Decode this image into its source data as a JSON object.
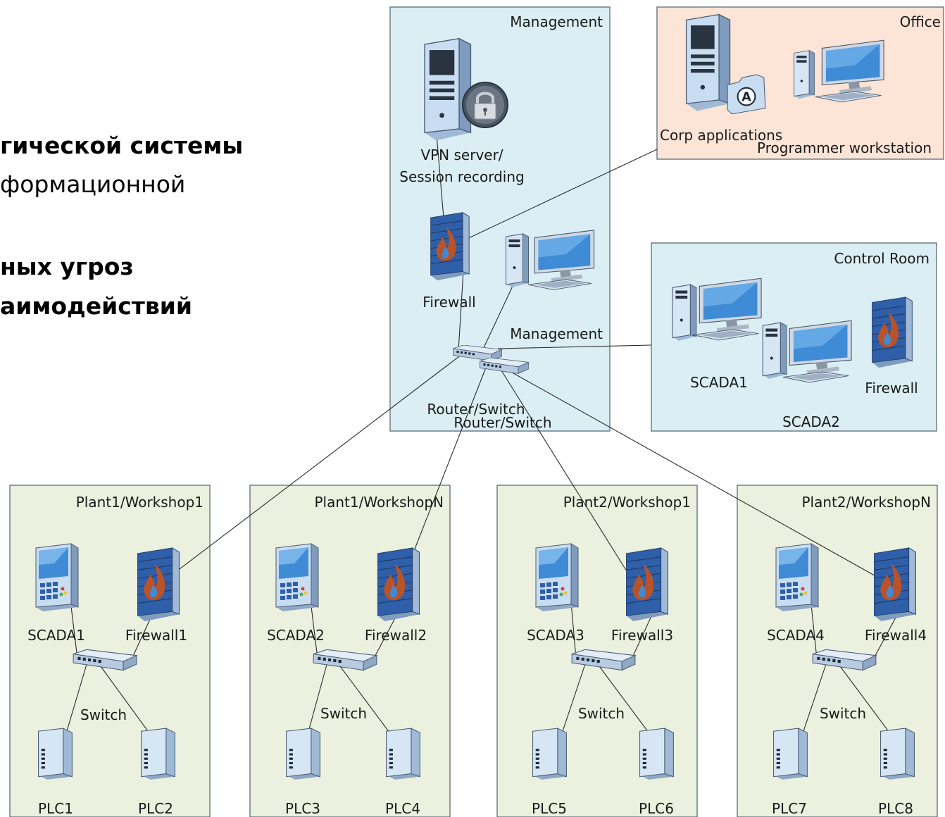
{
  "side_text": [
    {
      "text": "гической системы",
      "bold": true
    },
    {
      "text": "формационной",
      "bold": false
    },
    {
      "text": "ных угроз",
      "bold": true
    },
    {
      "text": "аимодействий",
      "bold": true
    }
  ],
  "zones": {
    "management": "Management",
    "office": "Office",
    "control_room": "Control Room",
    "plant1_ws1": "Plant1/Workshop1",
    "plant1_wsn": "Plant1/WorkshopN",
    "plant2_ws1": "Plant2/Workshop1",
    "plant2_wsn": "Plant2/WorkshopN"
  },
  "management": {
    "vpn_line1": "VPN server/",
    "vpn_line2": "Session recording",
    "firewall": "Firewall",
    "management_ws": "Management",
    "router1": "Router/Switch",
    "router2": "Router/Switch"
  },
  "office": {
    "corp": "Corp applications",
    "programmer": "Programmer workstation"
  },
  "control_room": {
    "scada1": "SCADA1",
    "scada2": "SCADA2",
    "firewall": "Firewall"
  },
  "workshops": [
    {
      "scada": "SCADA1",
      "firewall": "Firewall1",
      "switch": "Switch",
      "plc_a": "PLC1",
      "plc_b": "PLC2"
    },
    {
      "scada": "SCADA2",
      "firewall": "Firewall2",
      "switch": "Switch",
      "plc_a": "PLC3",
      "plc_b": "PLC4"
    },
    {
      "scada": "SCADA3",
      "firewall": "Firewall3",
      "switch": "Switch",
      "plc_a": "PLC5",
      "plc_b": "PLC6"
    },
    {
      "scada": "SCADA4",
      "firewall": "Firewall4",
      "switch": "Switch",
      "plc_a": "PLC7",
      "plc_b": "PLC8"
    }
  ],
  "colors": {
    "management_fill": "#daeef3",
    "office_fill": "#fce4d6",
    "control_fill": "#daeef3",
    "plant_fill": "#ebf1de",
    "device_body": "#c9ddf2",
    "device_dark": "#3b4a5c",
    "firewall_brick": "#b8532a",
    "firewall_blue": "#2f5fa8",
    "screen_blue": "#3f8bd6"
  }
}
